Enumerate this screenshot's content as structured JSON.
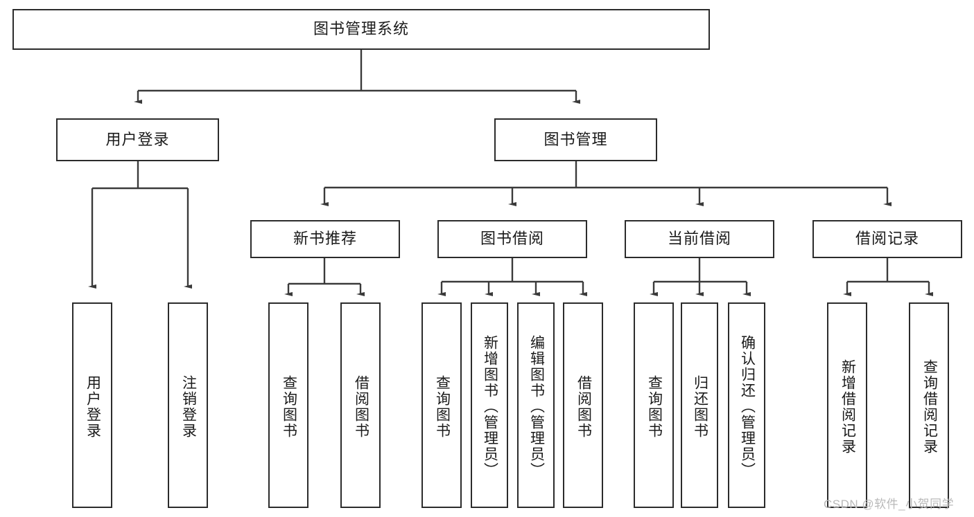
{
  "diagram": {
    "type": "tree-hierarchy-chart",
    "title": "图书管理系统",
    "orientation": "top-down",
    "colors": {
      "box_border": "#2b2b2b",
      "box_fill": "#ffffff",
      "connector": "#3a3a3a",
      "text": "#1a1a1a",
      "watermark": "#b9b9b9"
    }
  },
  "root": {
    "label": "图书管理系统"
  },
  "level2": [
    {
      "label": "用户登录"
    },
    {
      "label": "图书管理"
    }
  ],
  "level3": [
    {
      "label": "新书推荐"
    },
    {
      "label": "图书借阅"
    },
    {
      "label": "当前借阅"
    },
    {
      "label": "借阅记录"
    }
  ],
  "leaves": {
    "user_login": [
      {
        "label": "用户登录"
      },
      {
        "label": "注销登录"
      }
    ],
    "new_book": [
      {
        "label": "查询图书"
      },
      {
        "label": "借阅图书"
      }
    ],
    "book_borrow": [
      {
        "label": "查询图书"
      },
      {
        "label": "新增图书（管理员）"
      },
      {
        "label": "编辑图书（管理员）"
      },
      {
        "label": "借阅图书"
      }
    ],
    "current_borrow": [
      {
        "label": "查询图书"
      },
      {
        "label": "归还图书"
      },
      {
        "label": "确认归还（管理员）"
      }
    ],
    "borrow_record": [
      {
        "label": "新增借阅记录"
      },
      {
        "label": "查询借阅记录"
      }
    ]
  },
  "watermark": {
    "text": "CSDN @软件_小贺同学"
  }
}
